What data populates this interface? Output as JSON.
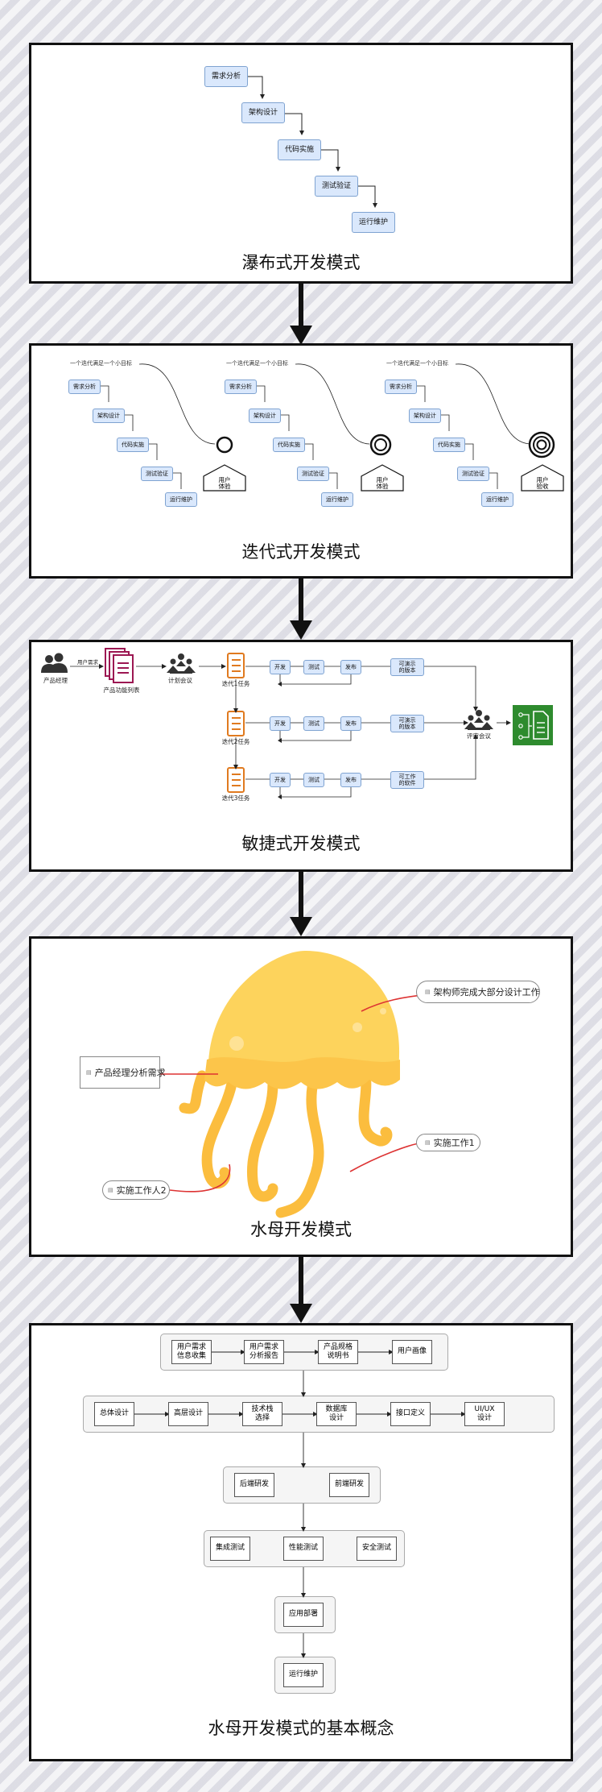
{
  "waterfall": {
    "title": "瀑布式开发模式",
    "steps": [
      "需求分析",
      "架构设计",
      "代码实施",
      "测试验证",
      "运行维护"
    ]
  },
  "iterative": {
    "title": "迭代式开发模式",
    "goal_note": "一个迭代满足一个小目标",
    "steps": [
      "需求分析",
      "架构设计",
      "代码实施",
      "测试验证",
      "运行维护"
    ],
    "outcomes": [
      "用户\n体验",
      "用户\n体验",
      "用户\n验收"
    ]
  },
  "agile": {
    "title": "敏捷式开发模式",
    "product_manager": "产品经理",
    "user_requirement": "用户需求",
    "feature_list": "产品功能列表",
    "planning_meeting": "计划会议",
    "review_meeting": "评审会议",
    "iterations": [
      {
        "label": "迭代1任务",
        "result": "可演示\n的版本"
      },
      {
        "label": "迭代2任务",
        "result": "可演示\n的版本"
      },
      {
        "label": "迭代3任务",
        "result": "可工作\n的软件"
      }
    ],
    "flow": [
      "开发",
      "测试",
      "发布"
    ]
  },
  "jellyfish": {
    "title": "水母开发模式",
    "callouts": {
      "pm": "产品经理分析需求",
      "architect": "架构师完成大部分设计工作",
      "worker1": "实施工作1",
      "worker2": "实施工作人2"
    },
    "colors": {
      "body": "#fdd35c",
      "tentacle": "#fbbd3e",
      "line": "#d33"
    }
  },
  "concepts": {
    "title": "水母开发模式的基本概念",
    "row1": [
      "用户需求\n信息收集",
      "用户需求\n分析报告",
      "产品规格\n说明书",
      "用户画像"
    ],
    "row2": [
      "总体设计",
      "高层设计",
      "技术栈\n选择",
      "数据库\n设计",
      "接口定义",
      "UI/UX\n设计"
    ],
    "row3": [
      "后端研发",
      "前端研发"
    ],
    "row4": [
      "集成测试",
      "性能测试",
      "安全测试"
    ],
    "row5": [
      "应用部署"
    ],
    "row6": [
      "运行维护"
    ]
  }
}
